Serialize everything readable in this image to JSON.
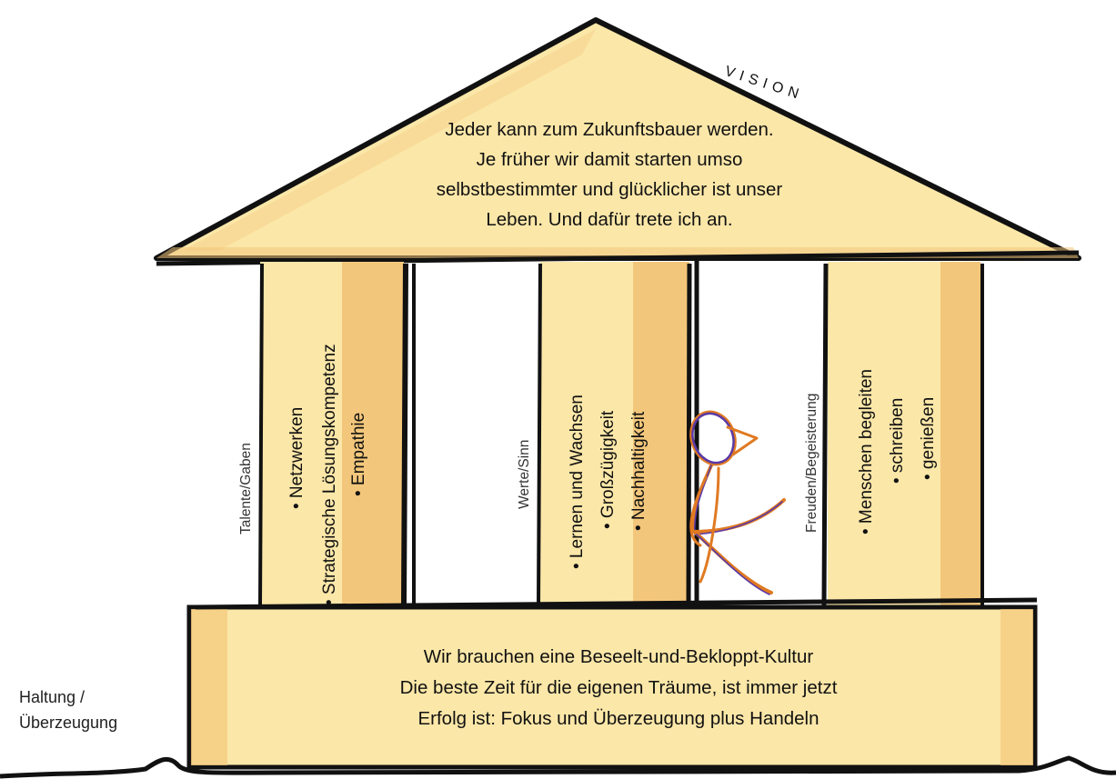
{
  "roof": {
    "vision_label": "VISION",
    "lines": [
      "Jeder kann zum Zukunftsbauer werden.",
      "Je früher wir damit starten umso",
      "selbstbestimmter und glücklicher ist unser",
      "Leben. Und dafür trete ich an."
    ]
  },
  "pillars": [
    {
      "label": "Talente/Gaben",
      "items": [
        "• Netzwerken",
        "• Strategische Lösungskompetenz",
        "• Empathie"
      ]
    },
    {
      "label": "Werte/Sinn",
      "items": [
        "• Lernen und Wachsen",
        "• Großzügigkeit",
        "• Nachhaltigkeit"
      ]
    },
    {
      "label": "Freuden/Begeisterung",
      "items": [
        "• Menschen begleiten",
        "• schreiben",
        "• genießen"
      ]
    }
  ],
  "foundation": {
    "lines": [
      "Wir brauchen eine Beseelt-und-Bekloppt-Kultur",
      "Die beste Zeit für die eigenen Träume, ist immer jetzt",
      "Erfolg ist: Fokus und Überzeugung plus Handeln"
    ]
  },
  "side_label": {
    "line1": "Haltung /",
    "line2": "Überzeugung"
  },
  "colors": {
    "fill": "#fbe7a8",
    "shade": "#f3c77b",
    "outline": "#111111",
    "figure_orange": "#e07a22",
    "figure_purple": "#5a3aa6"
  }
}
